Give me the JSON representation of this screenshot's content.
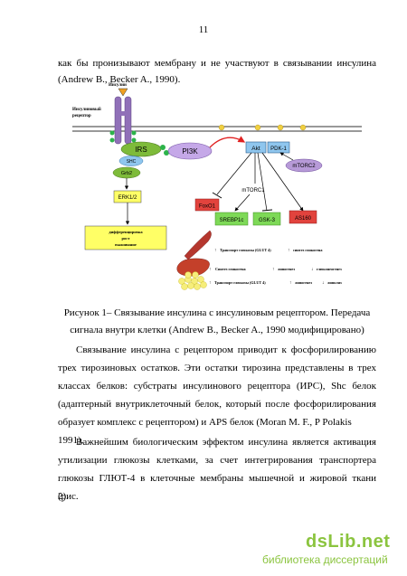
{
  "page_number": "11",
  "intro": {
    "line1": "как бы пронизывают мембрану и не участвуют в связывании инсулина",
    "line2": "(Andrew B., Becker A., 1990)."
  },
  "figure": {
    "insulin_label": "Инсулин",
    "receptor_label_1": "Инсулиновый",
    "receptor_label_2": "рецептор",
    "nodes": {
      "irs": "IRS",
      "shc": "SHC",
      "grb2": "Grb2",
      "pi3k": "PI3K",
      "akt": "Akt",
      "pdk1": "PDK-1",
      "mtorc2": "mTORC2",
      "mtorc1": "mTORC1",
      "foxo1": "FoxO1",
      "srebp1c": "SREBP1c",
      "gsk3": "GSK-3",
      "as160": "AS160",
      "erk": "ERK1/2"
    },
    "diff_box": {
      "line1": "дифференцировка",
      "line2": "рост",
      "line3": "выживание"
    },
    "muscle": {
      "arrow1": "↑",
      "text1": "Транспорт глюкозы (GLUT 4)",
      "arrow2": "↑",
      "text2": "синтез гликогена"
    },
    "liver": {
      "arrow1": "↑",
      "text1": "Синтез гликогена",
      "arrow2": "↑",
      "text2": "липогенез",
      "arrow3": "↓",
      "text3": "глюконеогенез"
    },
    "fat": {
      "arrow1": "↑",
      "text1": "Транспорт глюкозы (GLUT 4)",
      "arrow2": "↑",
      "text2": "липогенез",
      "arrow3": "↓",
      "text3": "липолиз"
    }
  },
  "caption": {
    "line1": "Рисунок 1– Связывание инсулина с инсулиновым рецептором. Передача",
    "line2": "сигнала внутри клетки (Andrew B., Becker A., 1990 модифицировано)"
  },
  "body": {
    "p1": [
      "Связывание инсулина с рецептором приводит к фосфорилированию",
      "трех тирозиновых остатков. Эти остатки тирозина представлены в трех",
      "классах белков: субстраты инсулинового рецептора (ИРС), Shc белок",
      "(адаптерный внутриклеточный белок, который после фосфорилирования",
      "образует комплекс с рецептором) и APS белок (Moran M. F., P Polakis 1991)."
    ],
    "p2": [
      "Важнейшим биологическим эффектом инсулина является активация",
      "утилизации глюкозы клетками, за счет интегрирования транспортера",
      "глюкозы ГЛЮТ-4 в клеточные мембраны мышечной и жировой ткани (рис.",
      "2)."
    ]
  },
  "watermark": {
    "brand": "dsLib.net",
    "tagline": "библиотека диссертаций"
  },
  "colors": {
    "green_node": "#7ebb3a",
    "purple_node": "#b79ad8",
    "blue_node": "#8fc6ee",
    "red_box": "#e2433d",
    "yellow_box": "#ffff66",
    "green_box": "#7ed957",
    "receptor": "#9070b8",
    "wm_green": "#8bc43f"
  }
}
